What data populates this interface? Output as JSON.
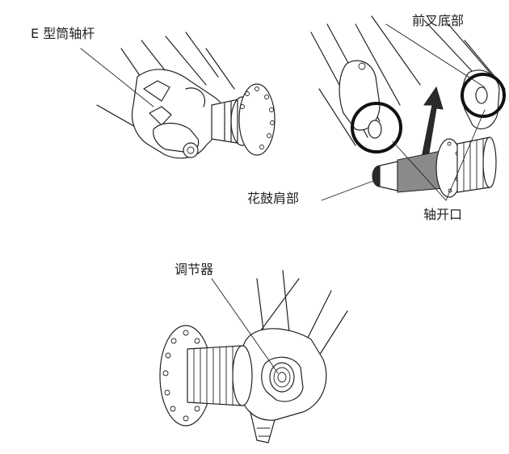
{
  "labels": {
    "e_thru_axle": "E 型筒轴杆",
    "fork_end": "前叉底部",
    "hub_shoulder": "花鼓肩部",
    "axle_opening": "轴开口",
    "adjuster": "调节器"
  },
  "colors": {
    "line": "#222222",
    "hub_grey": "#8a8a8a",
    "background": "#ffffff"
  },
  "icons": {
    "arrow": "up-arrow-icon"
  }
}
